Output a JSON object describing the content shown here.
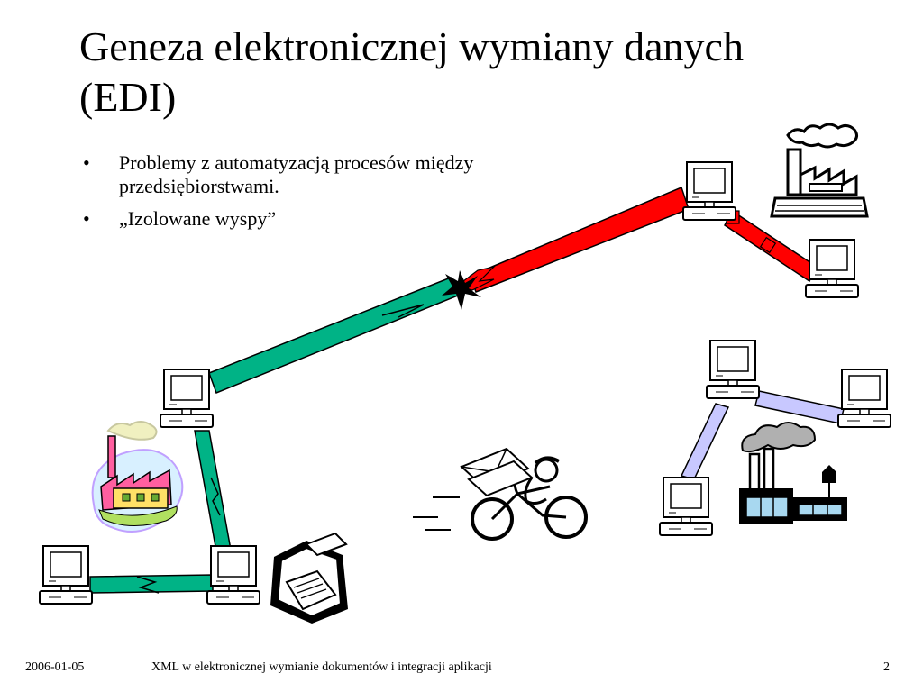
{
  "slide": {
    "title_line1": "Geneza elektronicznej wymiany danych",
    "title_line2": "(EDI)",
    "bullets": [
      "Problemy z automatyzacją procesów między przedsiębiorstwami.",
      "„Izolowane wyspy”"
    ],
    "bullet_symbol": "•"
  },
  "footer": {
    "date": "2006-01-05",
    "title": "XML w elektronicznej wymianie dokumentów i integracji aplikacji",
    "page": "2"
  },
  "colors": {
    "red_link": "#ff0000",
    "green_link": "#00b386",
    "lavender_link": "#c8c8ff",
    "factory_yellow": "#ffe066",
    "factory_pink": "#ff5fa0",
    "cloud_gray": "#b0b0b0",
    "building_blue": "#a8d8f0"
  },
  "icons": [
    "computer-icon",
    "factory-icon",
    "printer-icon",
    "courier-bicycle-icon",
    "break-spark-icon",
    "office-building-icon"
  ]
}
